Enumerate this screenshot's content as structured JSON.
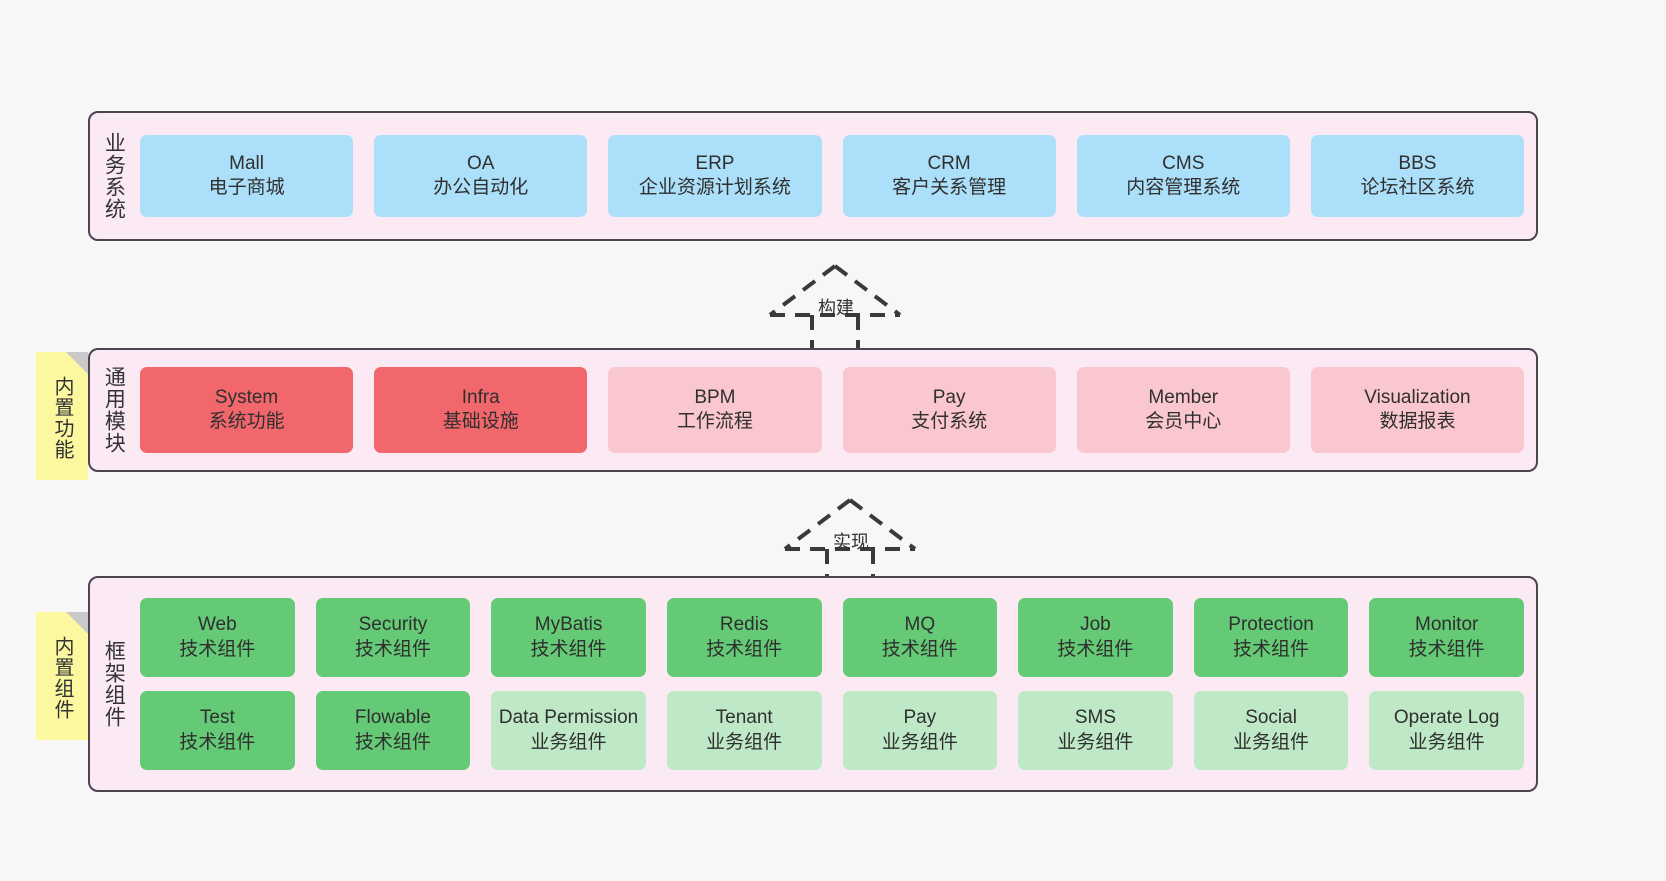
{
  "layers": {
    "business": {
      "title": "业务系统",
      "items": [
        {
          "name": "Mall",
          "desc": "电子商城",
          "color": "#ace0fa"
        },
        {
          "name": "OA",
          "desc": "办公自动化",
          "color": "#ace0fa"
        },
        {
          "name": "ERP",
          "desc": "企业资源计划系统",
          "color": "#ace0fa"
        },
        {
          "name": "CRM",
          "desc": "客户关系管理",
          "color": "#ace0fa"
        },
        {
          "name": "CMS",
          "desc": "内容管理系统",
          "color": "#ace0fa"
        },
        {
          "name": "BBS",
          "desc": "论坛社区系统",
          "color": "#ace0fa"
        }
      ]
    },
    "modules": {
      "title": "通用模块",
      "note": "内置功能",
      "items": [
        {
          "name": "System",
          "desc": "系统功能",
          "color": "#f2676b"
        },
        {
          "name": "Infra",
          "desc": "基础设施",
          "color": "#f2676b"
        },
        {
          "name": "BPM",
          "desc": "工作流程",
          "color": "#fbc7cf"
        },
        {
          "name": "Pay",
          "desc": "支付系统",
          "color": "#fbc7cf"
        },
        {
          "name": "Member",
          "desc": "会员中心",
          "color": "#fbc7cf"
        },
        {
          "name": "Visualization",
          "desc": "数据报表",
          "color": "#fbc7cf"
        }
      ]
    },
    "framework": {
      "title": "框架组件",
      "note": "内置组件",
      "row1": [
        {
          "name": "Web",
          "desc": "技术组件",
          "color": "#64ca76"
        },
        {
          "name": "Security",
          "desc": "技术组件",
          "color": "#64ca76"
        },
        {
          "name": "MyBatis",
          "desc": "技术组件",
          "color": "#64ca76"
        },
        {
          "name": "Redis",
          "desc": "技术组件",
          "color": "#64ca76"
        },
        {
          "name": "MQ",
          "desc": "技术组件",
          "color": "#64ca76"
        },
        {
          "name": "Job",
          "desc": "技术组件",
          "color": "#64ca76"
        },
        {
          "name": "Protection",
          "desc": "技术组件",
          "color": "#64ca76"
        },
        {
          "name": "Monitor",
          "desc": "技术组件",
          "color": "#64ca76"
        }
      ],
      "row2": [
        {
          "name": "Test",
          "desc": "技术组件",
          "color": "#64ca76"
        },
        {
          "name": "Flowable",
          "desc": "技术组件",
          "color": "#64ca76"
        },
        {
          "name": "Data Permission",
          "desc": "业务组件",
          "color": "#bfe9c6"
        },
        {
          "name": "Tenant",
          "desc": "业务组件",
          "color": "#bfe9c6"
        },
        {
          "name": "Pay",
          "desc": "业务组件",
          "color": "#bfe9c6"
        },
        {
          "name": "SMS",
          "desc": "业务组件",
          "color": "#bfe9c6"
        },
        {
          "name": "Social",
          "desc": "业务组件",
          "color": "#bfe9c6"
        },
        {
          "name": "Operate Log",
          "desc": "业务组件",
          "color": "#bfe9c6"
        }
      ]
    }
  },
  "connectors": {
    "build": "构建",
    "implement": "实现"
  },
  "colors": {
    "canvas": "#f7f7f7",
    "layer_bg": "#fbeaf4",
    "layer_border": "#4a4550",
    "note_bg": "#fbf8a0",
    "note_fold": "#c9c9c9",
    "blue": "#ace0fa",
    "red": "#f2676b",
    "pink": "#fbc7cf",
    "green": "#64ca76",
    "light_green": "#bfe9c6"
  }
}
